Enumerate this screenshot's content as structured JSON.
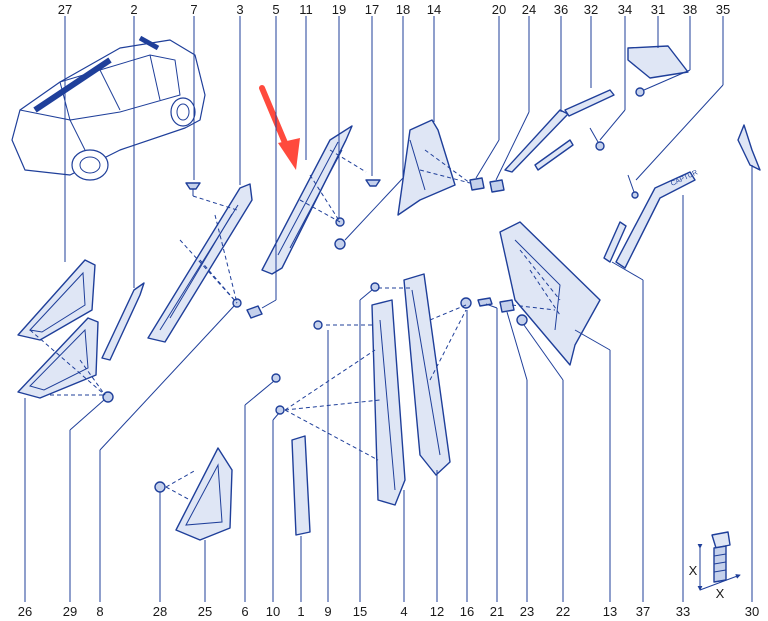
{
  "diagram": {
    "labels_top": [
      "27",
      "2",
      "7",
      "3",
      "5",
      "11",
      "19",
      "17",
      "18",
      "14",
      "20",
      "24",
      "36",
      "32",
      "34",
      "31",
      "38",
      "35"
    ],
    "labels_bottom": [
      "26",
      "29",
      "8",
      "28",
      "25",
      "6",
      "10",
      "1",
      "9",
      "15",
      "4",
      "12",
      "16",
      "21",
      "23",
      "22",
      "13",
      "37",
      "33",
      "30"
    ],
    "inset_axis_labels": [
      "X",
      "X"
    ],
    "emblem_text": "CAPTUR",
    "accent_color": "#1f3f9a",
    "arrow_color": "#ff4a3d"
  }
}
